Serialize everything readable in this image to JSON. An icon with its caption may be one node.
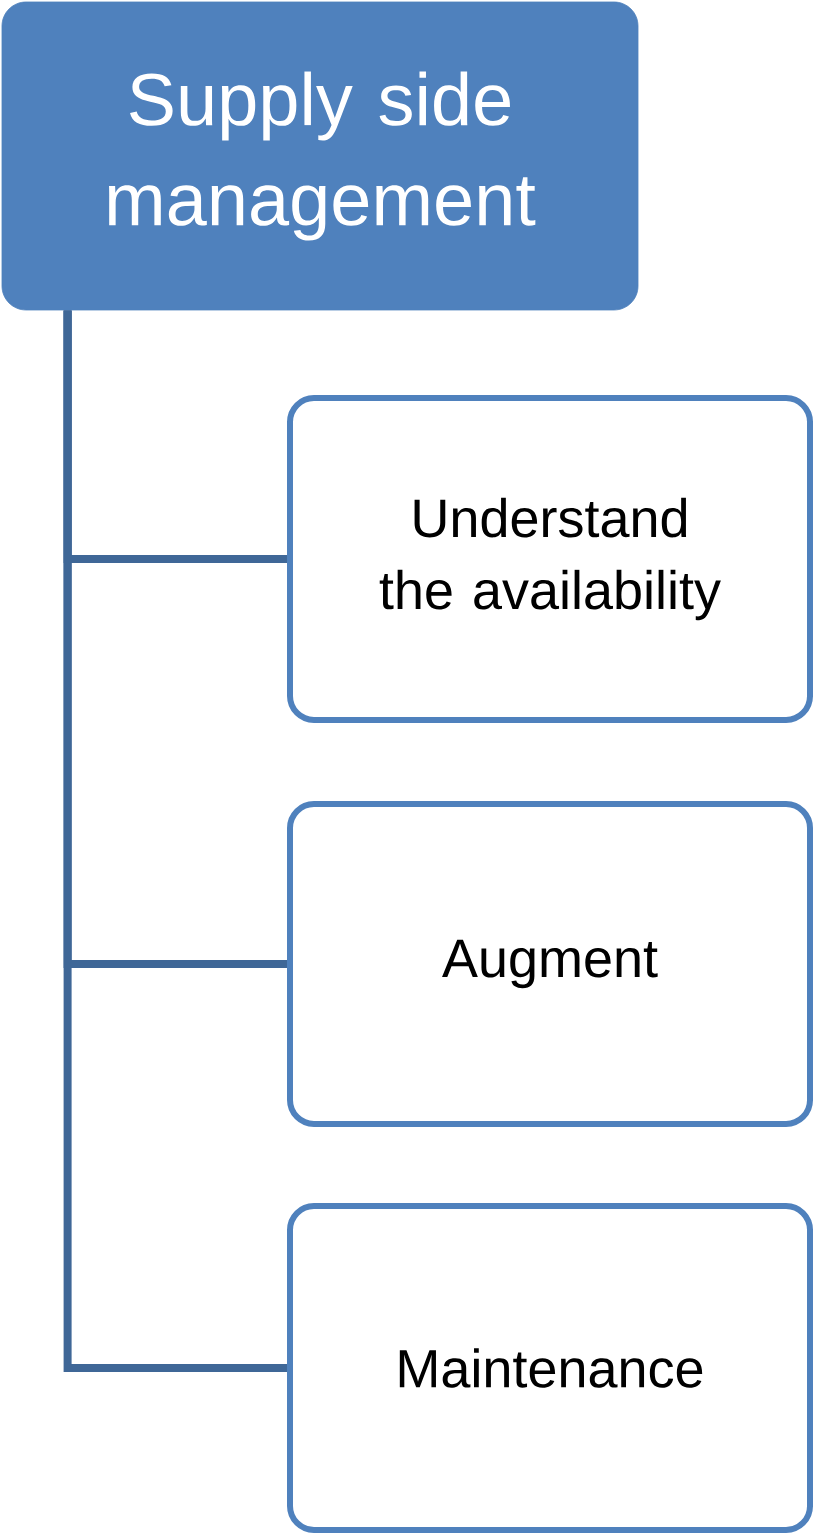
{
  "diagram": {
    "nodes": [
      {
        "text": [
          "Supply side management"
        ]
      },
      {
        "text": [
          "Understand the availability"
        ]
      },
      {
        "text": [
          "Augment"
        ]
      },
      {
        "text": [
          "Maintenance"
        ]
      }
    ],
    "edges": [
      {
        "from": 0,
        "to": 1,
        "arrow": "none"
      },
      {
        "from": 0,
        "to": 2,
        "arrow": "none"
      },
      {
        "from": 0,
        "to": 3,
        "arrow": "none"
      }
    ]
  }
}
